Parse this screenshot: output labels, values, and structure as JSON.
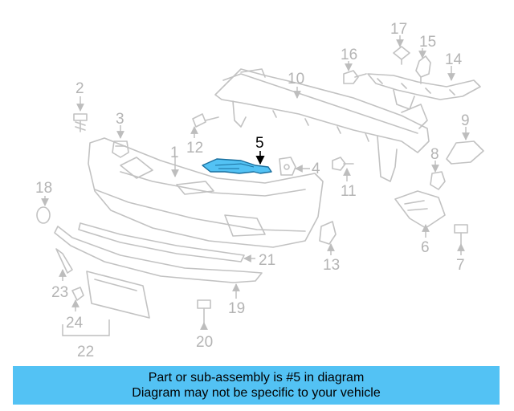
{
  "diagram": {
    "highlighted_part": "5",
    "highlight_color": "#53c2f4",
    "callouts": [
      "1",
      "2",
      "3",
      "4",
      "5",
      "6",
      "7",
      "8",
      "9",
      "10",
      "11",
      "12",
      "13",
      "14",
      "15",
      "16",
      "17",
      "18",
      "19",
      "20",
      "21",
      "22",
      "23",
      "24"
    ]
  },
  "banner": {
    "line1": "Part or sub-assembly is #5 in diagram",
    "line2": "Diagram may not be specific to your vehicle",
    "background": "#53c2f4"
  }
}
